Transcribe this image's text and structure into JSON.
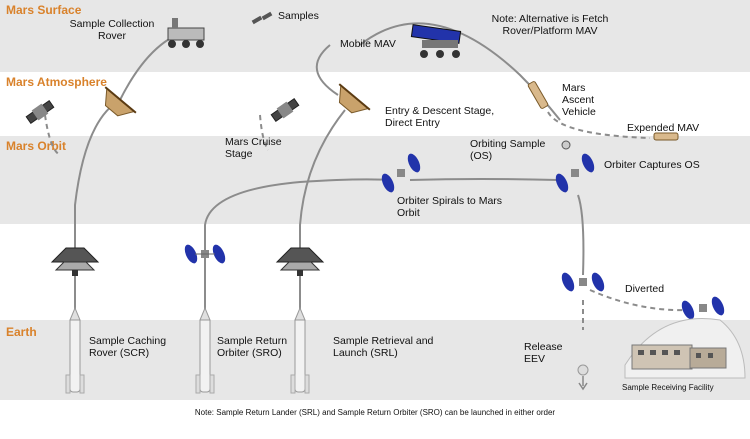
{
  "bands": {
    "surface": "Mars Surface",
    "atmosphere": "Mars Atmosphere",
    "orbit": "Mars Orbit",
    "earth": "Earth"
  },
  "labels": {
    "sample_collection_rover": "Sample Collection Rover",
    "samples": "Samples",
    "mobile_mav": "Mobile MAV",
    "fetch_note": "Note: Alternative is Fetch Rover/Platform MAV",
    "mars_ascent_vehicle": "Mars Ascent Vehicle",
    "expended_mav": "Expended MAV",
    "entry_descent": "Entry & Descent Stage, Direct Entry",
    "mars_cruise_stage": "Mars Cruise Stage",
    "orbiting_sample": "Orbiting Sample (OS)",
    "orbiter_captures": "Orbiter Captures OS",
    "orbiter_spirals": "Orbiter Spirals to Mars Orbit",
    "diverted": "Diverted",
    "scr": "Sample Caching Rover (SCR)",
    "sro": "Sample Return Orbiter (SRO)",
    "srl": "Sample Retrieval and Launch (SRL)",
    "release_eev": "Release EEV",
    "facility": "Sample Receiving Facility"
  },
  "footnote": "Note: Sample Return Lander (SRL) and Sample Return Orbiter (SRO) can be launched in either order",
  "colors": {
    "band_gray": "#e6e6e6",
    "band_accent": "#d9822b",
    "panel_blue": "#2233aa",
    "path": "#8c8c8c"
  }
}
